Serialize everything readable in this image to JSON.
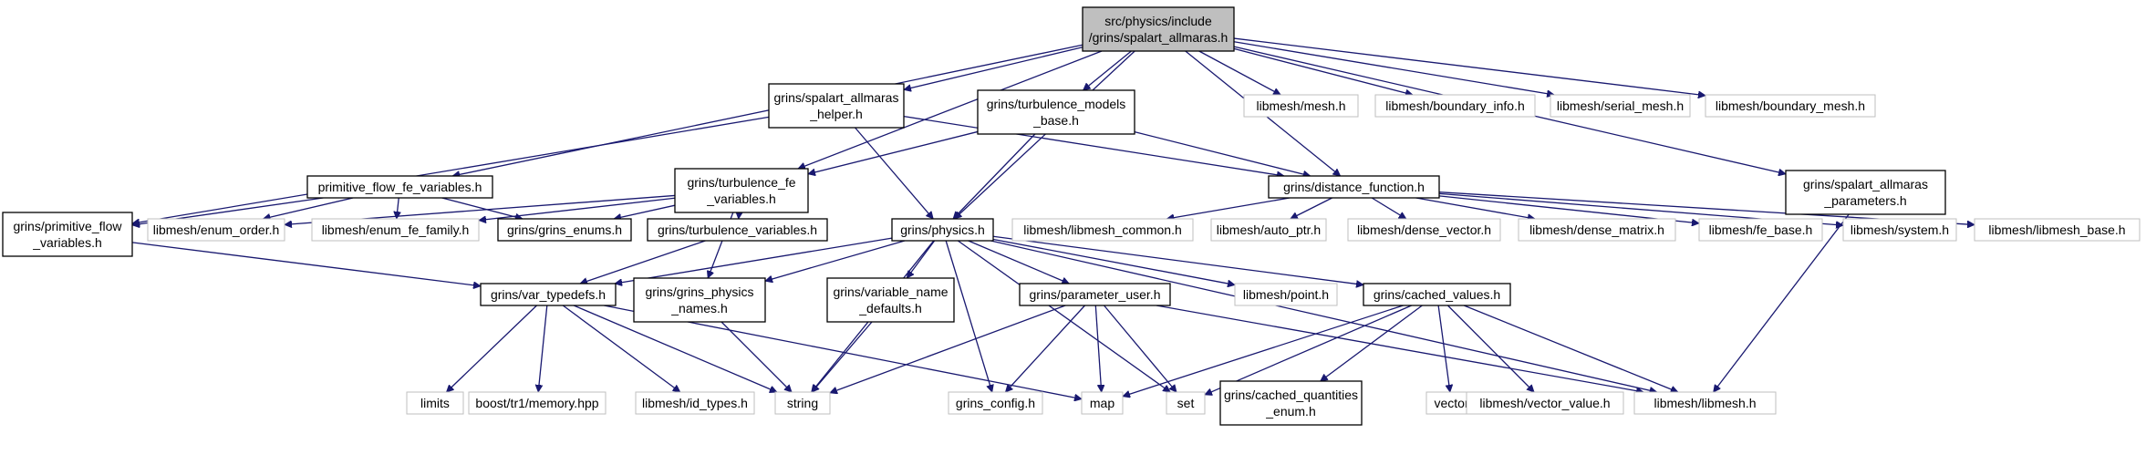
{
  "nodes": [
    {
      "id": "root",
      "kind": "root",
      "lines": [
        "src/physics/include",
        "/grins/spalart_allmaras.h"
      ]
    },
    {
      "id": "sa_helper",
      "kind": "int",
      "lines": [
        "grins/spalart_allmaras",
        "_helper.h"
      ]
    },
    {
      "id": "turb_models_base",
      "kind": "int",
      "lines": [
        "grins/turbulence_models",
        "_base.h"
      ]
    },
    {
      "id": "mesh",
      "kind": "ext",
      "lines": [
        "libmesh/mesh.h"
      ]
    },
    {
      "id": "boundary_info",
      "kind": "ext",
      "lines": [
        "libmesh/boundary_info.h"
      ]
    },
    {
      "id": "serial_mesh",
      "kind": "ext",
      "lines": [
        "libmesh/serial_mesh.h"
      ]
    },
    {
      "id": "boundary_mesh",
      "kind": "ext",
      "lines": [
        "libmesh/boundary_mesh.h"
      ]
    },
    {
      "id": "prim_flow_fe",
      "kind": "int",
      "lines": [
        "primitive_flow_fe_variables.h"
      ]
    },
    {
      "id": "turb_fe",
      "kind": "int",
      "lines": [
        "grins/turbulence_fe",
        "_variables.h"
      ]
    },
    {
      "id": "distance_function",
      "kind": "int",
      "lines": [
        "grins/distance_function.h"
      ]
    },
    {
      "id": "sa_params",
      "kind": "int",
      "lines": [
        "grins/spalart_allmaras",
        "_parameters.h"
      ]
    },
    {
      "id": "prim_flow_vars",
      "kind": "int",
      "lines": [
        "grins/primitive_flow",
        "_variables.h"
      ]
    },
    {
      "id": "enum_order",
      "kind": "ext",
      "lines": [
        "libmesh/enum_order.h"
      ]
    },
    {
      "id": "enum_fe_family",
      "kind": "ext",
      "lines": [
        "libmesh/enum_fe_family.h"
      ]
    },
    {
      "id": "grins_enums",
      "kind": "int",
      "lines": [
        "grins/grins_enums.h"
      ]
    },
    {
      "id": "turb_vars",
      "kind": "int",
      "lines": [
        "grins/turbulence_variables.h"
      ]
    },
    {
      "id": "physics",
      "kind": "int",
      "lines": [
        "grins/physics.h"
      ]
    },
    {
      "id": "libmesh_common",
      "kind": "ext",
      "lines": [
        "libmesh/libmesh_common.h"
      ]
    },
    {
      "id": "auto_ptr",
      "kind": "ext",
      "lines": [
        "libmesh/auto_ptr.h"
      ]
    },
    {
      "id": "dense_vector",
      "kind": "ext",
      "lines": [
        "libmesh/dense_vector.h"
      ]
    },
    {
      "id": "dense_matrix",
      "kind": "ext",
      "lines": [
        "libmesh/dense_matrix.h"
      ]
    },
    {
      "id": "fe_base",
      "kind": "ext",
      "lines": [
        "libmesh/fe_base.h"
      ]
    },
    {
      "id": "system",
      "kind": "ext",
      "lines": [
        "libmesh/system.h"
      ]
    },
    {
      "id": "libmesh_base",
      "kind": "ext",
      "lines": [
        "libmesh/libmesh_base.h"
      ]
    },
    {
      "id": "var_typedefs",
      "kind": "int",
      "lines": [
        "grins/var_typedefs.h"
      ]
    },
    {
      "id": "physics_names",
      "kind": "int",
      "lines": [
        "grins/grins_physics",
        "_names.h"
      ]
    },
    {
      "id": "var_name_defaults",
      "kind": "int",
      "lines": [
        "grins/variable_name",
        "_defaults.h"
      ]
    },
    {
      "id": "parameter_user",
      "kind": "int",
      "lines": [
        "grins/parameter_user.h"
      ]
    },
    {
      "id": "point",
      "kind": "ext",
      "lines": [
        "libmesh/point.h"
      ]
    },
    {
      "id": "cached_values",
      "kind": "int",
      "lines": [
        "grins/cached_values.h"
      ]
    },
    {
      "id": "limits",
      "kind": "ext",
      "lines": [
        "limits"
      ]
    },
    {
      "id": "memory",
      "kind": "ext",
      "lines": [
        "boost/tr1/memory.hpp"
      ]
    },
    {
      "id": "id_types",
      "kind": "ext",
      "lines": [
        "libmesh/id_types.h"
      ]
    },
    {
      "id": "string",
      "kind": "ext",
      "lines": [
        "string"
      ]
    },
    {
      "id": "grins_config",
      "kind": "ext",
      "lines": [
        "grins_config.h"
      ]
    },
    {
      "id": "map",
      "kind": "ext",
      "lines": [
        "map"
      ]
    },
    {
      "id": "set",
      "kind": "ext",
      "lines": [
        "set"
      ]
    },
    {
      "id": "cached_quantities",
      "kind": "int",
      "lines": [
        "grins/cached_quantities",
        "_enum.h"
      ]
    },
    {
      "id": "vector",
      "kind": "ext",
      "lines": [
        "vector"
      ]
    },
    {
      "id": "vector_value",
      "kind": "ext",
      "lines": [
        "libmesh/vector_value.h"
      ]
    },
    {
      "id": "libmesh_h",
      "kind": "ext",
      "lines": [
        "libmesh/libmesh.h"
      ]
    }
  ],
  "edges": [
    [
      "root",
      "sa_helper"
    ],
    [
      "root",
      "turb_models_base"
    ],
    [
      "root",
      "mesh"
    ],
    [
      "root",
      "boundary_info"
    ],
    [
      "root",
      "serial_mesh"
    ],
    [
      "root",
      "boundary_mesh"
    ],
    [
      "root",
      "prim_flow_fe"
    ],
    [
      "root",
      "turb_fe"
    ],
    [
      "root",
      "distance_function"
    ],
    [
      "root",
      "sa_params"
    ],
    [
      "root",
      "physics"
    ],
    [
      "sa_helper",
      "prim_flow_vars"
    ],
    [
      "sa_helper",
      "physics"
    ],
    [
      "sa_helper",
      "distance_function"
    ],
    [
      "turb_models_base",
      "turb_fe"
    ],
    [
      "turb_models_base",
      "physics"
    ],
    [
      "turb_models_base",
      "distance_function"
    ],
    [
      "prim_flow_fe",
      "prim_flow_vars"
    ],
    [
      "prim_flow_fe",
      "enum_order"
    ],
    [
      "prim_flow_fe",
      "enum_fe_family"
    ],
    [
      "prim_flow_fe",
      "grins_enums"
    ],
    [
      "turb_fe",
      "enum_order"
    ],
    [
      "turb_fe",
      "enum_fe_family"
    ],
    [
      "turb_fe",
      "grins_enums"
    ],
    [
      "turb_fe",
      "turb_vars"
    ],
    [
      "turb_fe",
      "physics_names"
    ],
    [
      "distance_function",
      "libmesh_common"
    ],
    [
      "distance_function",
      "auto_ptr"
    ],
    [
      "distance_function",
      "dense_vector"
    ],
    [
      "distance_function",
      "dense_matrix"
    ],
    [
      "distance_function",
      "fe_base"
    ],
    [
      "distance_function",
      "system"
    ],
    [
      "distance_function",
      "libmesh_base"
    ],
    [
      "sa_params",
      "libmesh_h"
    ],
    [
      "prim_flow_vars",
      "var_typedefs"
    ],
    [
      "turb_vars",
      "var_typedefs"
    ],
    [
      "physics",
      "var_typedefs"
    ],
    [
      "physics",
      "physics_names"
    ],
    [
      "physics",
      "var_name_defaults"
    ],
    [
      "physics",
      "parameter_user"
    ],
    [
      "physics",
      "point"
    ],
    [
      "physics",
      "cached_values"
    ],
    [
      "physics",
      "string"
    ],
    [
      "physics",
      "grins_config"
    ],
    [
      "physics",
      "set"
    ],
    [
      "physics",
      "libmesh_h"
    ],
    [
      "var_typedefs",
      "limits"
    ],
    [
      "var_typedefs",
      "memory"
    ],
    [
      "var_typedefs",
      "id_types"
    ],
    [
      "var_typedefs",
      "string"
    ],
    [
      "var_typedefs",
      "map"
    ],
    [
      "physics_names",
      "string"
    ],
    [
      "var_name_defaults",
      "string"
    ],
    [
      "parameter_user",
      "string"
    ],
    [
      "parameter_user",
      "grins_config"
    ],
    [
      "parameter_user",
      "map"
    ],
    [
      "parameter_user",
      "set"
    ],
    [
      "parameter_user",
      "libmesh_h"
    ],
    [
      "cached_values",
      "map"
    ],
    [
      "cached_values",
      "set"
    ],
    [
      "cached_values",
      "cached_quantities"
    ],
    [
      "cached_values",
      "vector"
    ],
    [
      "cached_values",
      "vector_value"
    ],
    [
      "cached_values",
      "libmesh_h"
    ]
  ]
}
